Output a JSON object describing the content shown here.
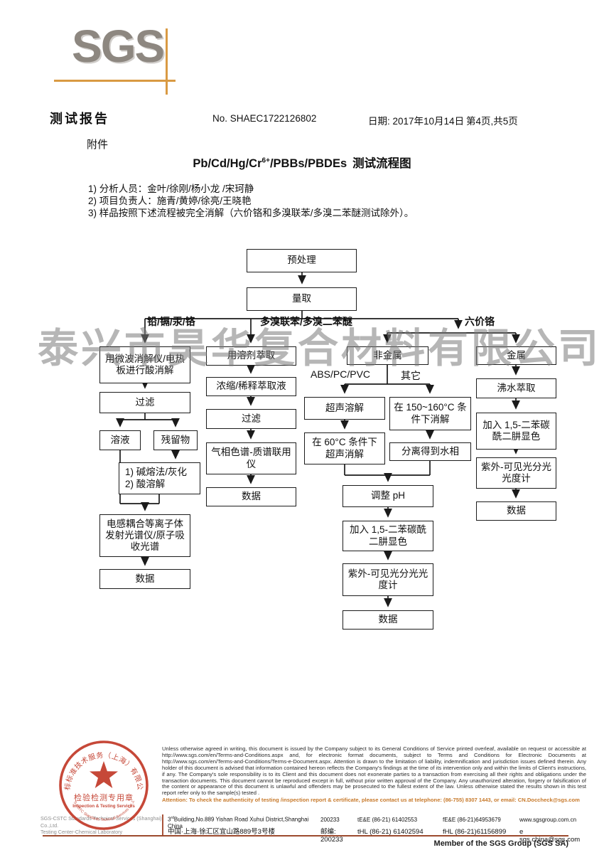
{
  "header": {
    "logo_text": "SGS",
    "report_title": "测试报告",
    "report_no": "No. SHAEC1722126802",
    "date": "日期: 2017年10月14日",
    "page_info": "第4页,共5页",
    "attachment_label": "附件",
    "doc_title": {
      "pre": "Pb/Cd/Hg/Cr",
      "sup": "6+",
      "post": "/PBBs/PBDEs",
      "cn": "测试流程图"
    }
  },
  "notes": [
    "1) 分析人员：金叶/徐刚/杨小龙 /宋珂静",
    "2) 项目负责人：施青/黄婷/徐亮/王晓艳",
    "3) 样品按照下述流程被完全消解（六价铬和多溴联苯/多溴二苯醚测试除外）。"
  ],
  "watermark": "泰兴市昊华复合材料有限公司",
  "flow": {
    "branches": {
      "lead": "铅/镉/汞/铬",
      "pbb": "多溴联苯/多溴二苯醚",
      "cr6": "六价铬",
      "abs": "ABS/PC/PVC",
      "other": "其它"
    },
    "nodes": {
      "pretreat": "预处理",
      "measure": "量取",
      "microwave": "用微波消解仪/电热板进行酸消解",
      "filter1": "过滤",
      "solution": "溶液",
      "residue": "残留物",
      "alkali1": "1) 碱熔法/灰化",
      "alkali2": "2) 酸溶解",
      "icp": "电感耦合等离子体发射光谱仪/原子吸收光谱",
      "data1": "数据",
      "solvent": "用溶剂萃取",
      "concentrate": "浓缩/稀释萃取液",
      "filter2": "过滤",
      "gcms": "气相色谱-质谱联用仪",
      "data2": "数据",
      "nonmetal": "非金属",
      "ultrasonic": "超声溶解",
      "digest150": "在 150~160°C 条件下消解",
      "ultra60": "在 60°C 条件下超声消解",
      "separate": "分离得到水相",
      "adjust_ph": "调整 pH",
      "add_dpc": "加入 1,5-二苯碳酰二肼显色",
      "uv_vis": "紫外-可见光分光光度计",
      "data3": "数据",
      "metal": "金属",
      "boiling": "沸水萃取",
      "add_dpc2": "加入 1,5-二苯碳酰二肼显色",
      "uv_vis2": "紫外-可见光分光光度计",
      "data4": "数据"
    }
  },
  "footer": {
    "disclaimer": "Unless otherwise agreed in writing, this document is issued by the Company subject to its General Conditions of Service printed overleaf, available on request or accessible at http://www.sgs.com/en/Terms-and-Conditions.aspx and, for electronic format documents, subject to Terms and Conditions for Electronic Documents at http://www.sgs.com/en/Terms-and-Conditions/Terms-e-Document.aspx. Attention is drawn to the limitation of liability, indemnification and jurisdiction issues defined therein. Any holder of this document is advised that information contained hereon reflects the Company's findings at the time of its intervention only and within the limits of Client's instructions, if any. The Company's sole responsibility is to its Client and this document does not exonerate parties to a transaction from exercising all their rights and obligations under the transaction documents. This document cannot be reproduced except in full, without prior written approval of the Company. Any unauthorized alteration, forgery or falsification of the content or appearance of this document is unlawful and offenders may be prosecuted to the fullest extent of the law. Unless otherwise stated the results shown in this test report refer only to the sample(s) tested .",
    "attention": "Attention: To check the authenticity of testing /inspection report & certificate, please contact us at telephone: (86-755) 8307 1443, or email: CN.Doccheck@sgs.com",
    "company_en1": "SGS-CSTC Standards Technical Services (Shanghai) Co.,Ltd.",
    "company_en2": "Testing Center-Chemical Laboratory",
    "stamp": {
      "arc_cn": "通标标准技术服务（上海）有限公司",
      "arc_en": "SGS-CSTC Standards Technical Services Co.,Ltd.",
      "center_cn": "检验检测专用章",
      "center_en": "Inspection & Testing Services"
    },
    "address_row1": {
      "addr_a": "3",
      "addr_sup": "rd",
      "addr_b": "Building,No.889 Yishan Road Xuhui District,Shanghai China",
      "post": "200233",
      "tel": "tE&E (86-21) 61402553",
      "fax": "fE&E (86-21)64953679",
      "web": "www.sgsgroup.com.cn"
    },
    "address_row2": {
      "addr": "中国·上海·徐汇区宜山路889号3号楼",
      "post": "邮编: 200233",
      "tel": "tHL (86-21) 61402594",
      "fax": "fHL (86-21)61156899",
      "email": "e sgs.china@sgs.com"
    },
    "member": "Member of the SGS Group (SGS SA)"
  }
}
